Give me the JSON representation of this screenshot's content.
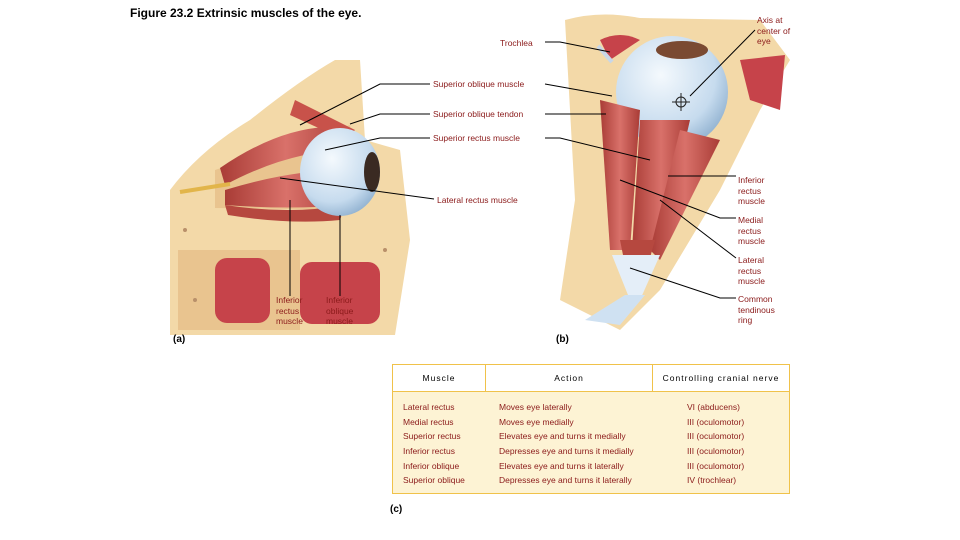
{
  "title": "Figure 23.2  Extrinsic muscles of the eye.",
  "labels": {
    "trochlea": "Trochlea",
    "superior_oblique_muscle": "Superior oblique muscle",
    "superior_oblique_tendon": "Superior oblique tendon",
    "superior_rectus_muscle": "Superior rectus muscle",
    "lateral_rectus_muscle_a": "Lateral rectus muscle",
    "inferior_rectus_muscle_a": "Inferior rectus muscle",
    "inferior_oblique_muscle": "Inferior oblique muscle",
    "axis_center_eye": "Axis at center of eye",
    "inferior_rectus_muscle_b": "Inferior rectus muscle",
    "medial_rectus_muscle": "Medial rectus muscle",
    "lateral_rectus_muscle_b": "Lateral rectus muscle",
    "common_tendinous_ring": "Common tendinous ring"
  },
  "panels": {
    "a": "(a)",
    "b": "(b)",
    "c": "(c)"
  },
  "table": {
    "headers": [
      "Muscle",
      "Action",
      "Controlling cranial nerve"
    ],
    "rows": [
      [
        "Lateral rectus",
        "Moves eye laterally",
        "VI (abducens)"
      ],
      [
        "Medial rectus",
        "Moves eye medially",
        "III (oculomotor)"
      ],
      [
        "Superior rectus",
        "Elevates eye and turns it medially",
        "III (oculomotor)"
      ],
      [
        "Inferior rectus",
        "Depresses eye and turns it medially",
        "III (oculomotor)"
      ],
      [
        "Inferior oblique",
        "Elevates eye and turns it laterally",
        "III (oculomotor)"
      ],
      [
        "Superior oblique",
        "Depresses eye and turns it laterally",
        "IV (trochlear)"
      ]
    ]
  },
  "colors": {
    "muscle": "#c8524a",
    "bone": "#f3d9a8",
    "eyeball": "#cfe1f2",
    "label_text": "#8b1a1a",
    "table_fill": "#fdf3d4",
    "table_border": "#f0c24a"
  }
}
